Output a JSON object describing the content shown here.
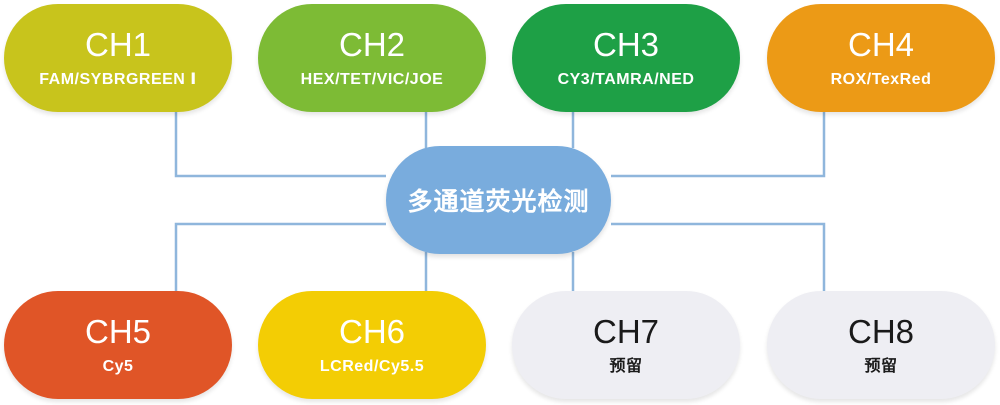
{
  "hub": {
    "label": "多通道荧光检测",
    "color": "#79acdd"
  },
  "line_color": "#8fb6dc",
  "channels": [
    {
      "name": "CH1",
      "dye": "FAM/SYBRGREEN Ⅰ",
      "color": "#c8c41c"
    },
    {
      "name": "CH2",
      "dye": "HEX/TET/VIC/JOE",
      "color": "#7dbb35"
    },
    {
      "name": "CH3",
      "dye": "CY3/TAMRA/NED",
      "color": "#1ea046"
    },
    {
      "name": "CH4",
      "dye": "ROX/TexRed",
      "color": "#ec9a16"
    },
    {
      "name": "CH5",
      "dye": "Cy5",
      "color": "#e05527"
    },
    {
      "name": "CH6",
      "dye": "LCRed/Cy5.5",
      "color": "#f3cd04"
    },
    {
      "name": "CH7",
      "dye": "预留",
      "color": "#eeeef3"
    },
    {
      "name": "CH8",
      "dye": "预留",
      "color": "#eeeef3"
    }
  ]
}
